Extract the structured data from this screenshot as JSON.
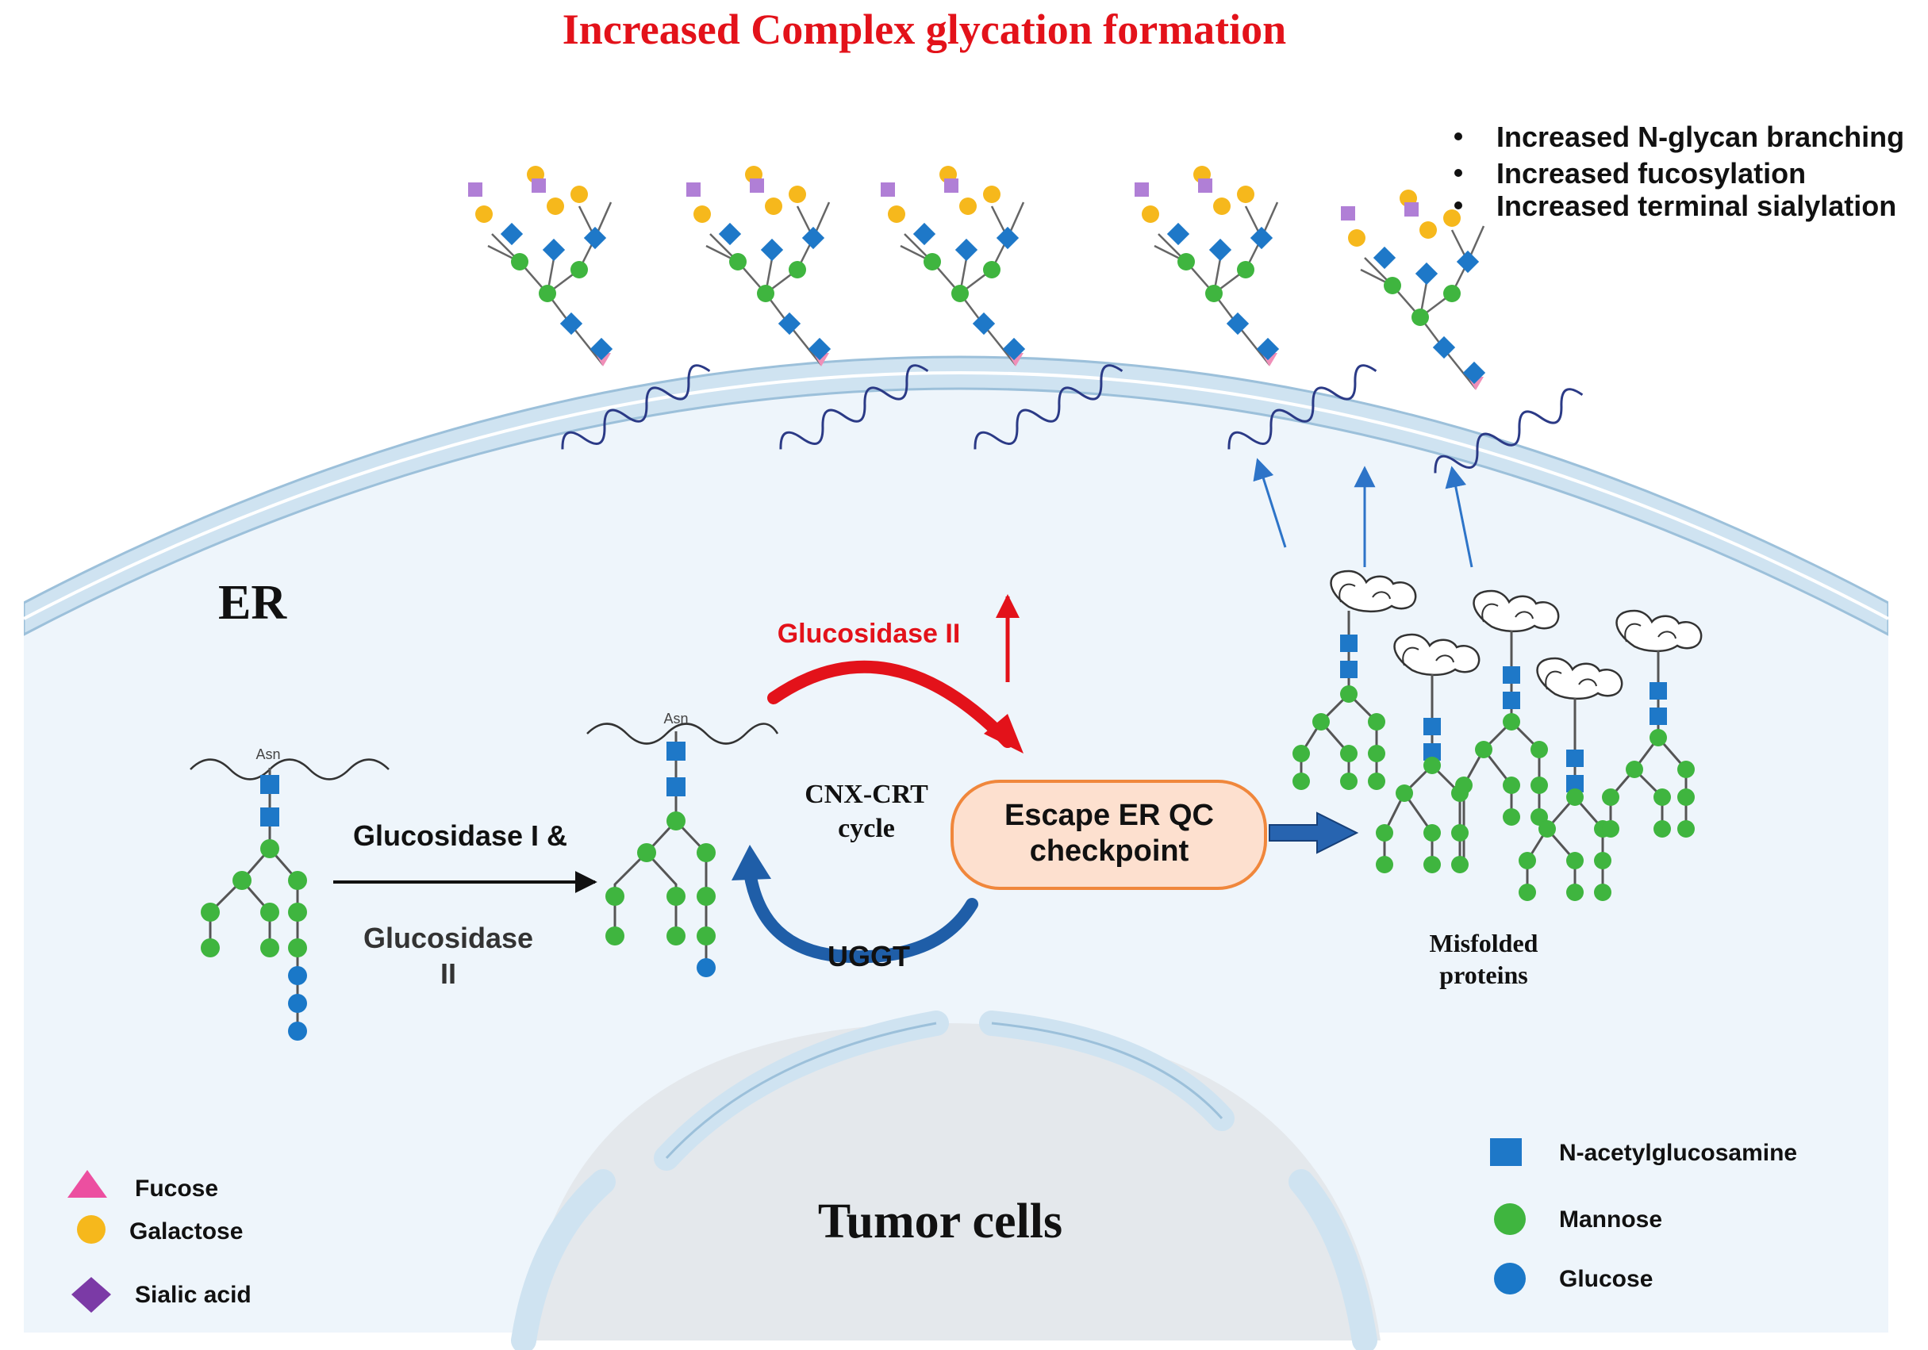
{
  "title": "Increased Complex glycation formation",
  "bullets": [
    "Increased N-glycan branching",
    "Increased fucosylation",
    "Increased terminal sialylation"
  ],
  "er_label": "ER",
  "nucleus_label": "Tumor cells",
  "asn_label": "Asn",
  "enzyme_step": {
    "line1": "Glucosidase  I &",
    "line2": "Glucosidase",
    "line3": "II"
  },
  "glucosidase_up": "Glucosidase II",
  "cycle_label": {
    "line1": "CNX-CRT",
    "line2": "cycle"
  },
  "uggt_label": "UGGT",
  "checkpoint": {
    "line1": "Escape ER QC",
    "line2": "checkpoint"
  },
  "misfolded": {
    "line1": "Misfolded",
    "line2": "proteins"
  },
  "legend_left": [
    {
      "label": "Fucose",
      "icon": "fucose-triangle-icon",
      "color": "#ec4fa0"
    },
    {
      "label": "Galactose",
      "icon": "galactose-circle-icon",
      "color": "#f6b81c"
    },
    {
      "label": "Sialic acid",
      "icon": "sialic-acid-diamond-icon",
      "color": "#7b3aa6"
    }
  ],
  "legend_right": [
    {
      "label": "N-acetylglucosamine",
      "icon": "n-acetylglucosamine-square-icon",
      "color": "#1e78c8"
    },
    {
      "label": "Mannose",
      "icon": "mannose-circle-icon",
      "color": "#3fb53f"
    },
    {
      "label": "Glucose",
      "icon": "glucose-circle-icon",
      "color": "#1a78c8"
    }
  ],
  "colors": {
    "title_red": "#e3121a",
    "membrane": "#cfe3f1",
    "membrane_edge": "#9cc0da",
    "cytoplasm": "#eef5fb",
    "nucleus": "#e4e8ec",
    "checkpoint_fill": "#fde0cf",
    "checkpoint_stroke": "#f0873c",
    "cycle_blue": "#1f5ea8",
    "arrow_blue": "#2d74c8"
  }
}
